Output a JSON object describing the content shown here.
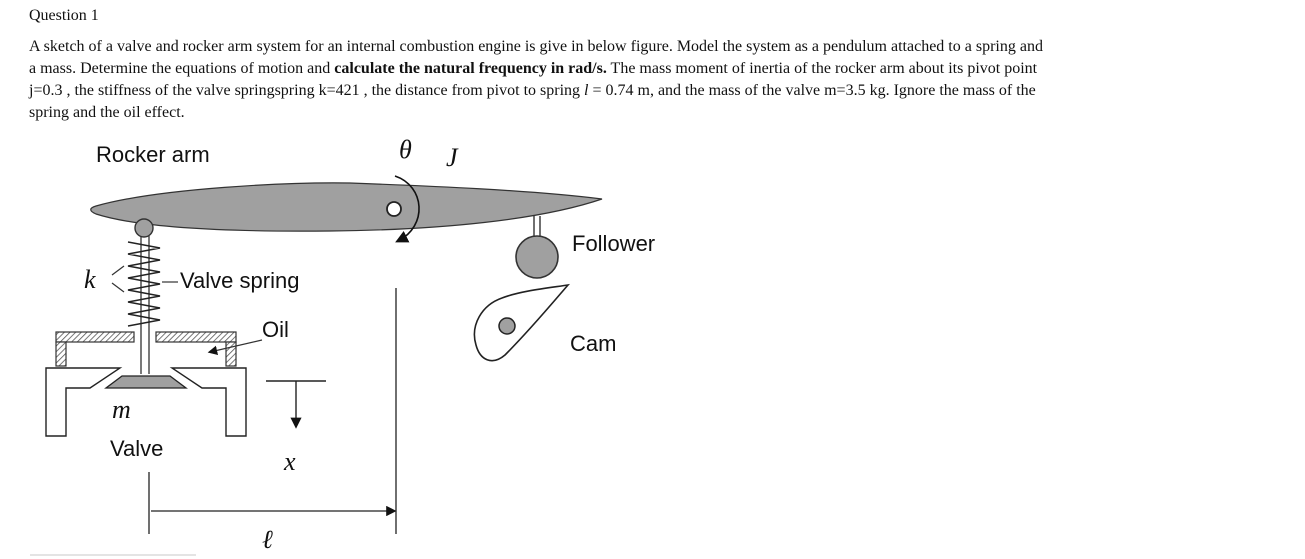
{
  "question": {
    "title": "Question 1",
    "line1": "A sketch of a valve and rocker arm system for an internal combustion engine is give in below figure. Model the system as a pendulum attached to a spring and",
    "line2_a": "a mass. Determine the equations of motion and ",
    "line2_bold": "calculate the natural frequency in rad/s.",
    "line2_b": " The mass moment of inertia of the rocker arm about its pivot point",
    "line3_a": "j=0.3 ,  the stiffness of the valve springspring k=421 , the distance from pivot to spring ",
    "line3_l": "l",
    "line3_b": " = 0.74 m, and the mass of the valve m=3.5 kg. Ignore the mass of the",
    "line4": "spring and the oil effect."
  },
  "figure": {
    "rocker_arm": "Rocker arm",
    "theta": "θ",
    "J": "J",
    "follower": "Follower",
    "k": "k",
    "valve_spring": "Valve spring",
    "oil": "Oil",
    "cam": "Cam",
    "m": "m",
    "valve": "Valve",
    "x": "x",
    "ell": "ℓ"
  },
  "colors": {
    "arm_fill": "#a0a0a0",
    "ball_fill": "#a0a0a0",
    "line": "#111111"
  }
}
